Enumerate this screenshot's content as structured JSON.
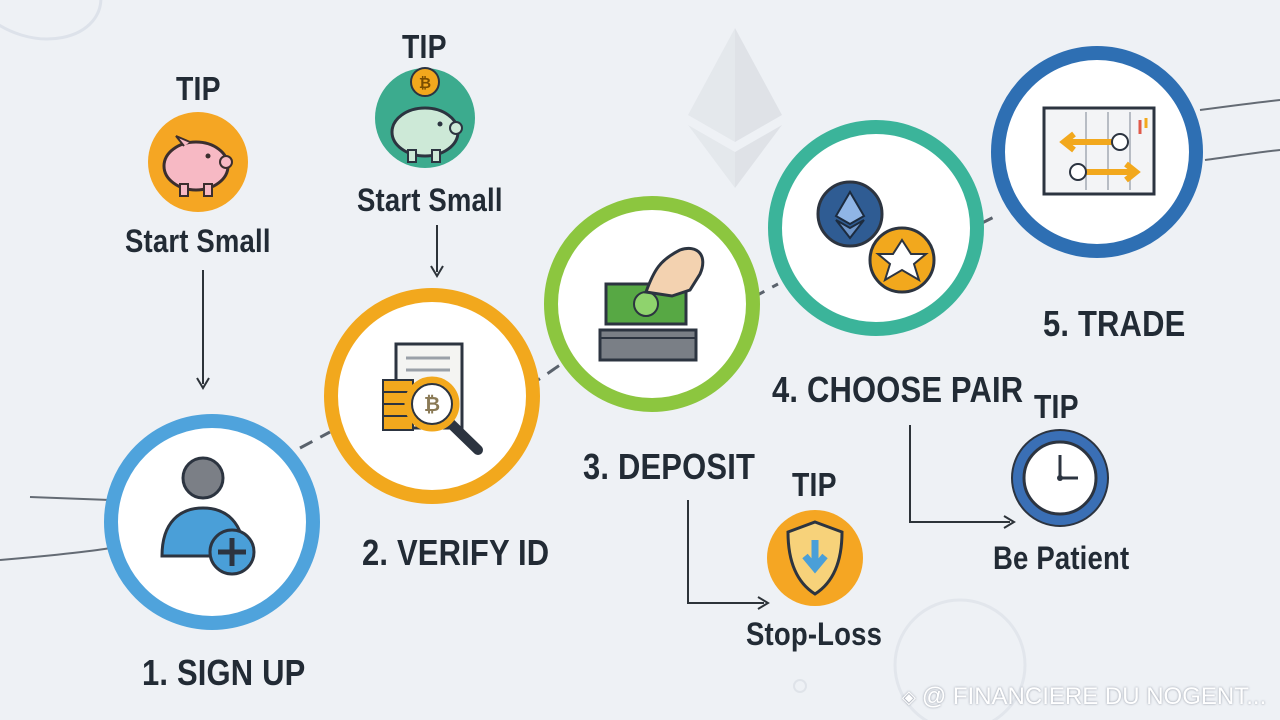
{
  "steps": [
    {
      "label": "1. SIGN UP",
      "icon": "user-add-icon",
      "color": "#4fa3dc"
    },
    {
      "label": "2. VERIFY ID",
      "icon": "document-search-icon",
      "color": "#f2a81d"
    },
    {
      "label": "3. DEPOSIT",
      "icon": "cash-deposit-icon",
      "color": "#8cc63f"
    },
    {
      "label": "4. CHOOSE PAIR",
      "icon": "coin-pair-icon",
      "color": "#3bb49a"
    },
    {
      "label": "5. TRADE",
      "icon": "trade-chart-icon",
      "color": "#2e6fb3"
    }
  ],
  "tips": [
    {
      "heading": "TIP",
      "text": "Start Small",
      "icon": "piggy-bank-icon",
      "color": "#f5a623"
    },
    {
      "heading": "TIP",
      "text": "Start Small",
      "icon": "piggy-bank-coin-icon",
      "color": "#3cab8e"
    },
    {
      "heading": "TIP",
      "text": "Stop-Loss",
      "icon": "shield-icon",
      "color": "#f5a623"
    },
    {
      "heading": "TIP",
      "text": "Be Patient",
      "icon": "clock-icon",
      "color": "#3a6fb5"
    }
  ],
  "watermark": "@ FINANCIERE DU NOGENT..."
}
